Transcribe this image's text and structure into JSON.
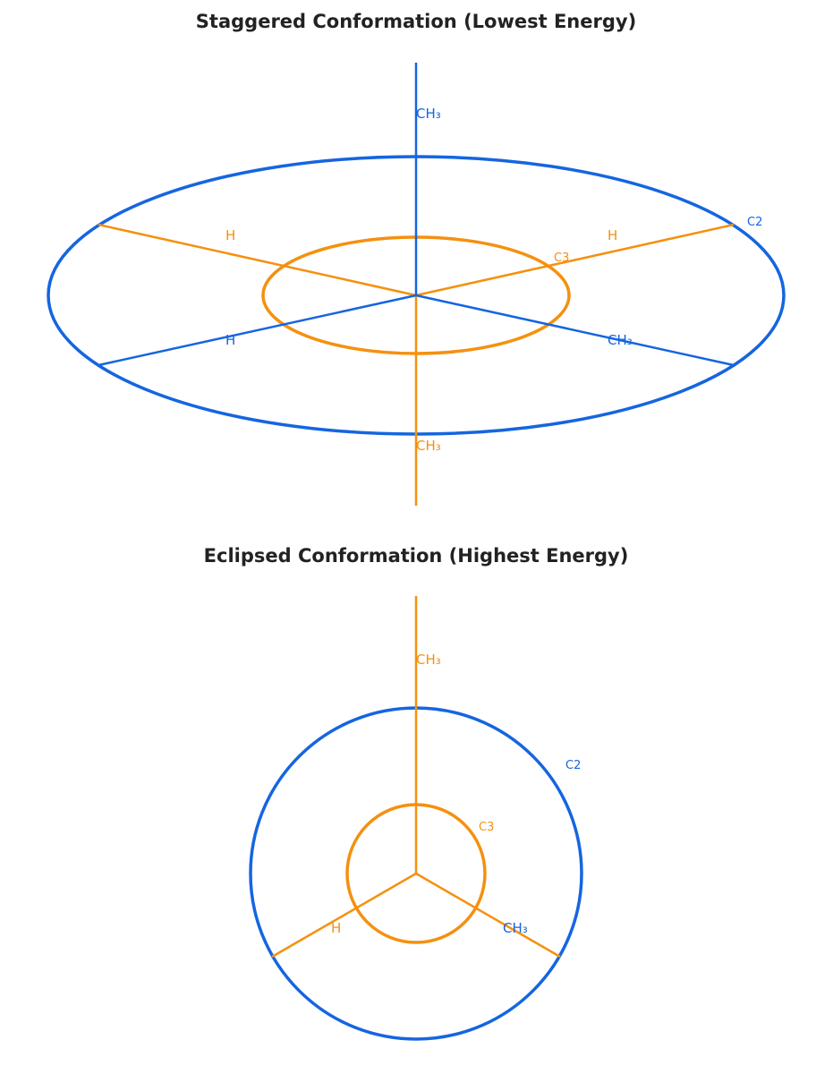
{
  "colors": {
    "front_carbon": "#1565e0",
    "back_carbon": "#f5900f"
  },
  "staggered": {
    "title": "Staggered Conformation (Lowest Energy)",
    "front_carbon_label": "C2",
    "back_carbon_label": "C3",
    "front_top": "CH₃",
    "front_lower_left": "H",
    "front_lower_right": "CH₃",
    "back_upper_left": "H",
    "back_upper_right": "H",
    "back_bottom": "CH₃"
  },
  "eclipsed": {
    "title": "Eclipsed Conformation (Highest Energy)",
    "front_carbon_label": "C2",
    "back_carbon_label": "C3",
    "top": "CH₃",
    "lower_left": "H",
    "lower_right": "CH₃"
  }
}
